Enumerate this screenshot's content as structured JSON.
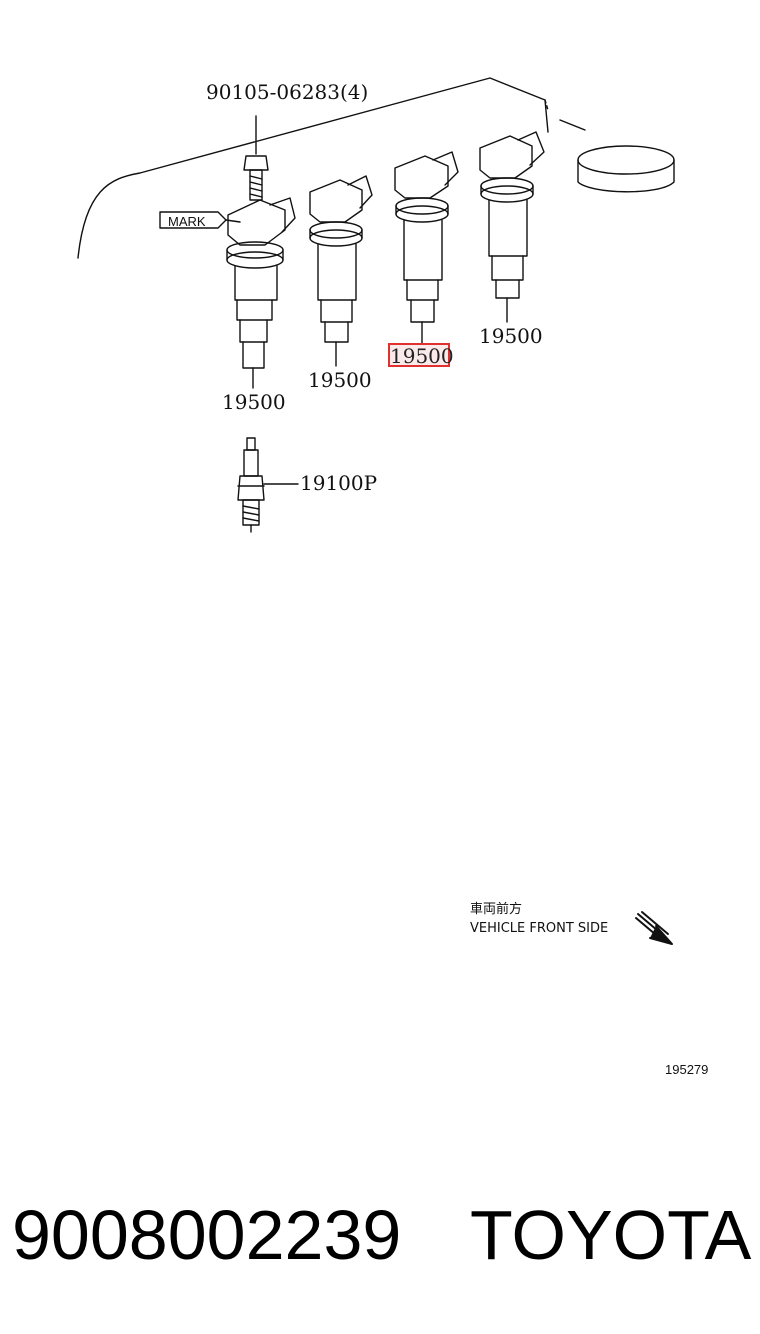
{
  "diagram": {
    "bolt_callout": "90105-06283(4)",
    "mark_label": "MARK",
    "coil_1_callout": "19500",
    "coil_2_callout": "19500",
    "coil_3_callout": "19500",
    "coil_4_callout": "19500",
    "spark_plug_callout": "19100P",
    "front_side_jp": "車両前方",
    "front_side_en": "VEHICLE FRONT SIDE",
    "illustration_number": "195279"
  },
  "footer": {
    "part_number": "9008002239",
    "brand": "TOYOTA"
  },
  "colors": {
    "line": "#111111",
    "highlight": "#e03030",
    "highlight_fill": "#fbeaea"
  }
}
